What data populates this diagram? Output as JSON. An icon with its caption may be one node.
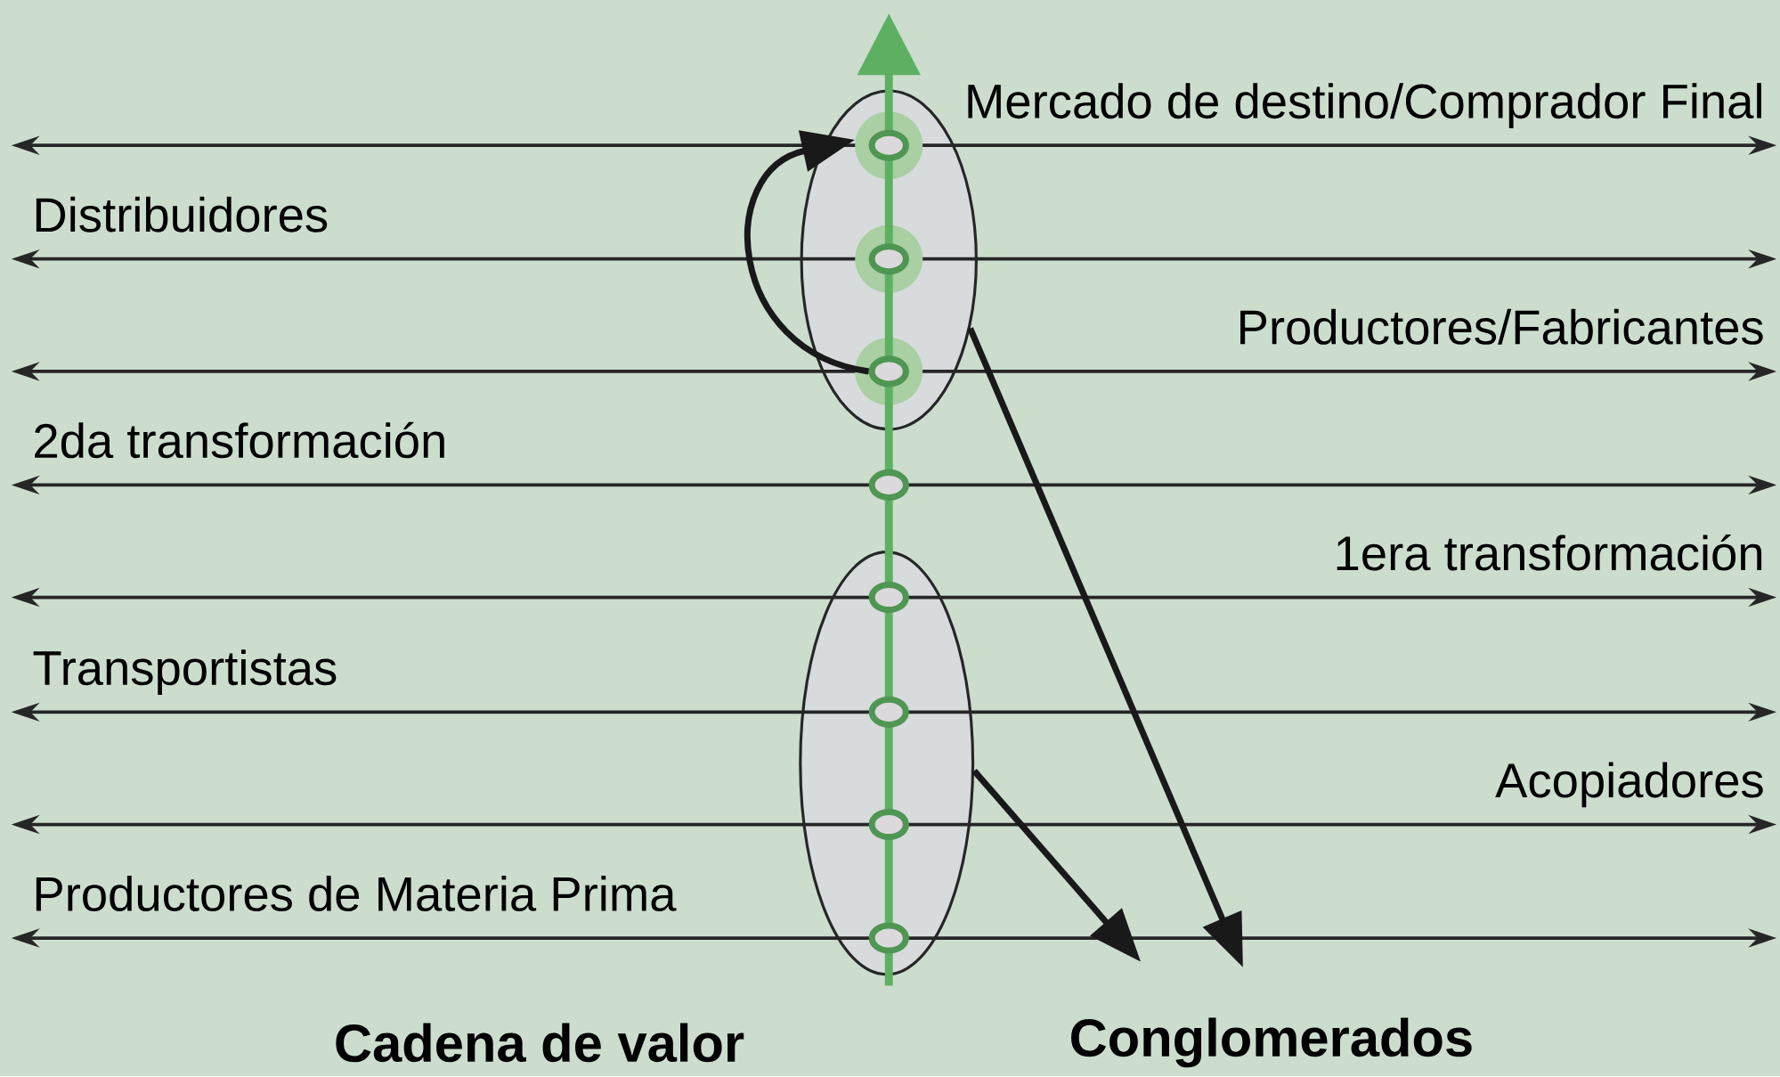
{
  "diagram": {
    "nodes": [
      {
        "text": [],
        "shape": "ellipse"
      },
      {
        "text": [],
        "shape": "circle",
        "in": 0
      },
      {
        "text": [],
        "shape": "circle",
        "in": 0
      },
      {
        "text": [],
        "shape": "circle",
        "in": 0
      },
      {
        "text": [],
        "shape": "circle"
      },
      {
        "text": [],
        "shape": "ellipse"
      },
      {
        "text": [],
        "shape": "circle",
        "in": 5
      },
      {
        "text": [],
        "shape": "circle",
        "in": 5
      },
      {
        "text": [],
        "shape": "circle",
        "in": 5
      },
      {
        "text": [],
        "shape": "circle",
        "in": 5
      },
      {
        "text": [
          "Conglomerados"
        ]
      }
    ],
    "edges": [
      {
        "from": 3,
        "to": 1,
        "arrow": "to"
      },
      {
        "from": 0,
        "to": 10,
        "arrow": "to"
      },
      {
        "from": 5,
        "to": 10,
        "arrow": "to"
      }
    ],
    "labels": [
      "Mercado de destino/Comprador Final",
      "Distribuidores",
      "Productores/Fabricantes",
      "2da transformación",
      "1era transformación",
      "Transportistas",
      "Acopiadores",
      "Productores de Materia Prima",
      "Cadena de valor"
    ]
  }
}
